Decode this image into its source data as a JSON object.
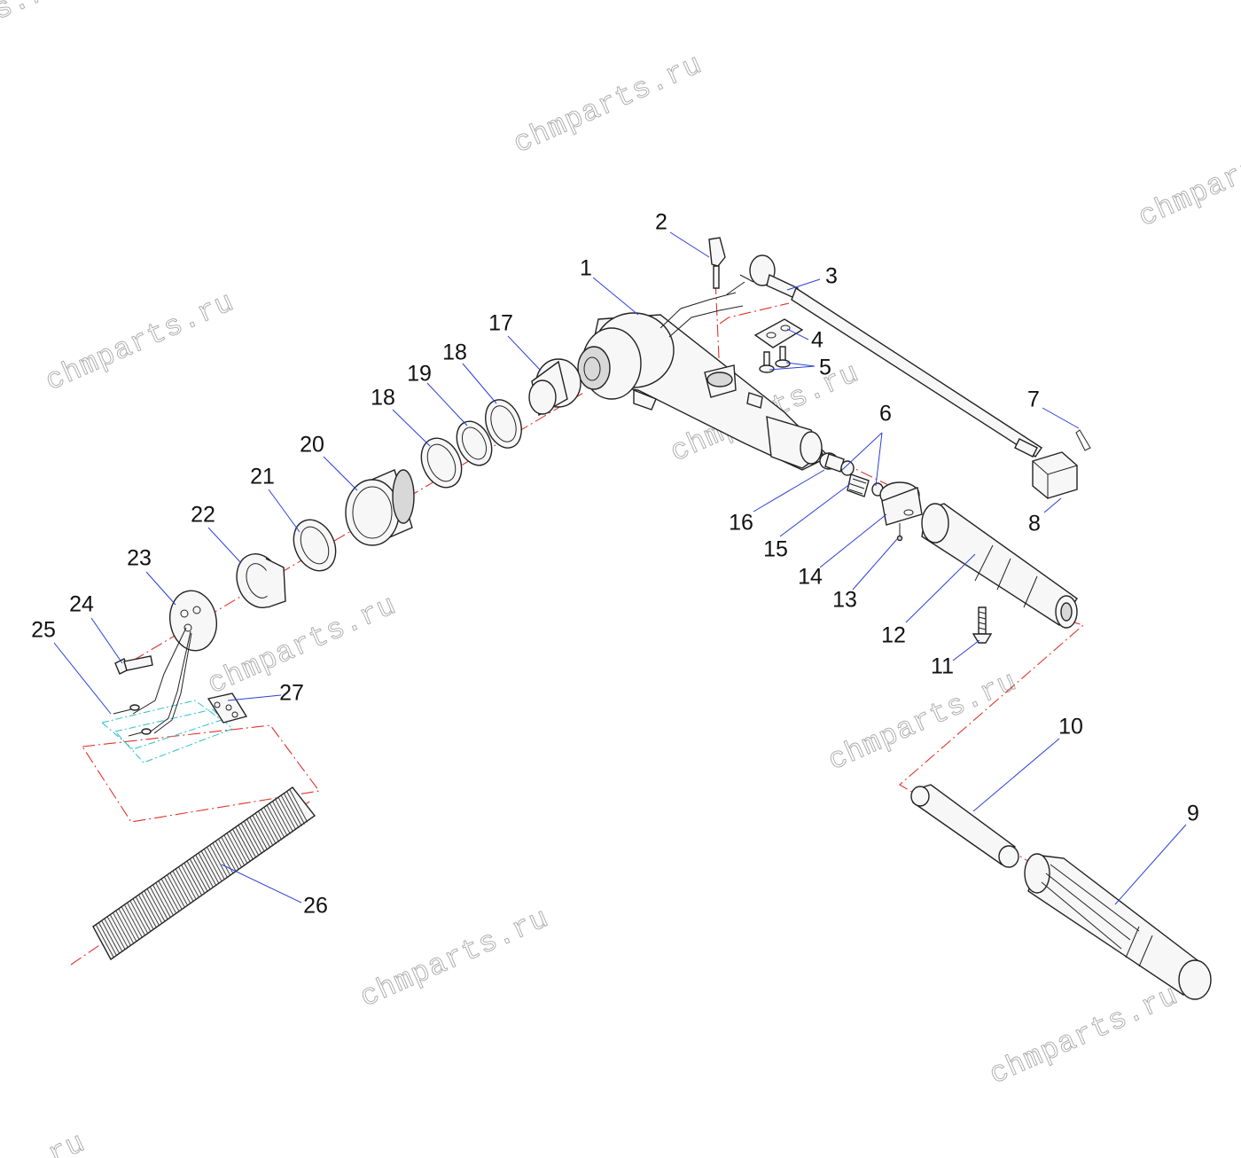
{
  "watermark": "chmparts.ru",
  "watermark_fragments": {
    "top_left": "s.r",
    "bottom_left": "ru"
  },
  "colors": {
    "axis_line": "#e0342c",
    "leader_line": "#2a3fd6",
    "harness_axis": "#2bc0c8",
    "ink": "#222222"
  },
  "callouts": {
    "c1": "1",
    "c2": "2",
    "c3": "3",
    "c4": "4",
    "c5": "5",
    "c6": "6",
    "c7": "7",
    "c8": "8",
    "c9": "9",
    "c10": "10",
    "c11": "11",
    "c12": "12",
    "c13": "13",
    "c14": "14",
    "c15": "15",
    "c16": "16",
    "c17": "17",
    "c18a": "18",
    "c18b": "18",
    "c19": "19",
    "c20": "20",
    "c21": "21",
    "c22": "22",
    "c23": "23",
    "c24": "24",
    "c25": "25",
    "c26": "26",
    "c27": "27"
  }
}
